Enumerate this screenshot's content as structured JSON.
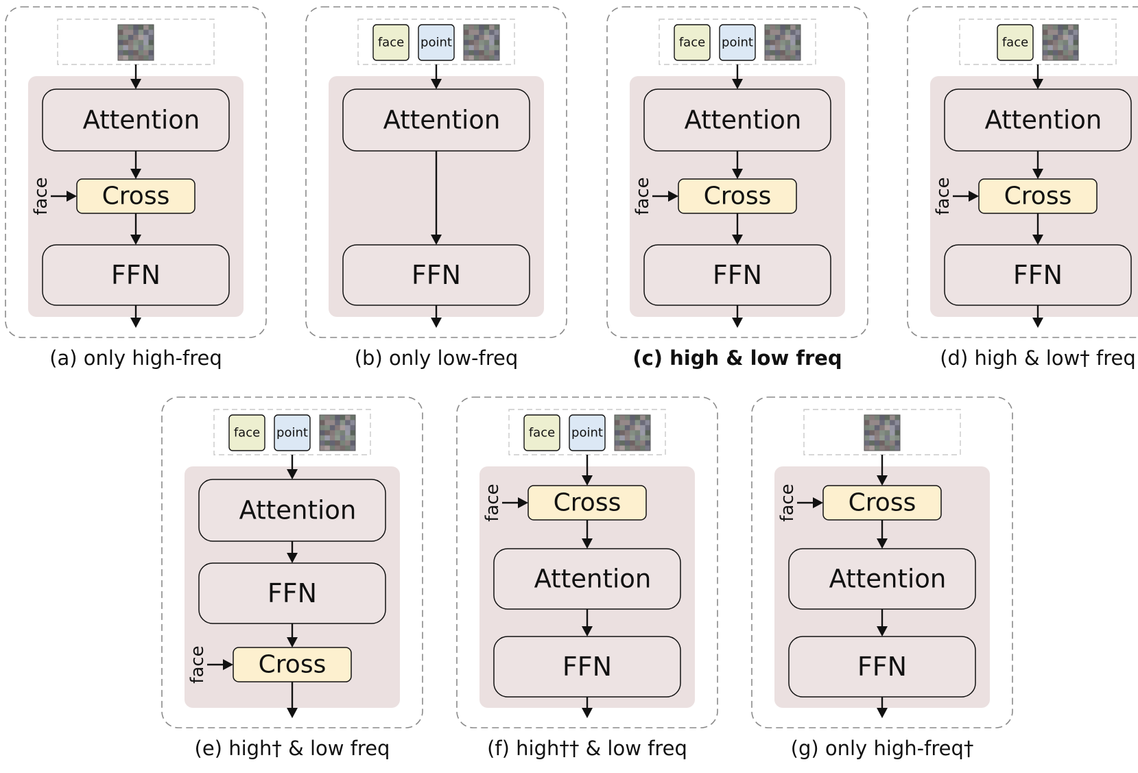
{
  "colors": {
    "panel_border": "#8a8a8a",
    "block_fill": "#ebe0e0",
    "module_fill": "#ede3e3",
    "cross_fill": "#fdf0cf",
    "face_fill": "#edefd0",
    "point_fill": "#dce8f5",
    "noise_fill": "#77777b",
    "stroke": "#111111"
  },
  "labels": {
    "attention": "Attention",
    "cross": "Cross",
    "ffn": "FFN",
    "face": "face",
    "point": "point"
  },
  "panels": [
    {
      "id": "a",
      "caption": "(a) only high-freq",
      "caption_bold": false,
      "tokens": [
        "noise"
      ],
      "modules": [
        "attention",
        "cross",
        "ffn"
      ],
      "face_into_cross": true
    },
    {
      "id": "b",
      "caption": "(b) only low-freq",
      "caption_bold": false,
      "tokens": [
        "face",
        "point",
        "noise"
      ],
      "modules": [
        "attention",
        "ffn"
      ],
      "face_into_cross": false
    },
    {
      "id": "c",
      "caption": "(c) high & low freq",
      "caption_bold": true,
      "tokens": [
        "face",
        "point",
        "noise"
      ],
      "modules": [
        "attention",
        "cross",
        "ffn"
      ],
      "face_into_cross": true
    },
    {
      "id": "d",
      "caption": "(d) high & low† freq",
      "caption_bold": false,
      "tokens": [
        "face",
        "noise"
      ],
      "modules": [
        "attention",
        "cross",
        "ffn"
      ],
      "face_into_cross": true
    },
    {
      "id": "e",
      "caption": "(e) high† & low freq",
      "caption_bold": false,
      "tokens": [
        "face",
        "point",
        "noise"
      ],
      "modules": [
        "attention",
        "ffn",
        "cross"
      ],
      "face_into_cross": true
    },
    {
      "id": "f",
      "caption": "(f) high†† & low freq",
      "caption_bold": false,
      "tokens": [
        "face",
        "point",
        "noise"
      ],
      "modules": [
        "cross",
        "attention",
        "ffn"
      ],
      "face_into_cross": true
    },
    {
      "id": "g",
      "caption": "(g) only high-freq†",
      "caption_bold": false,
      "tokens": [
        "noise"
      ],
      "modules": [
        "cross",
        "attention",
        "ffn"
      ],
      "face_into_cross": true
    }
  ]
}
